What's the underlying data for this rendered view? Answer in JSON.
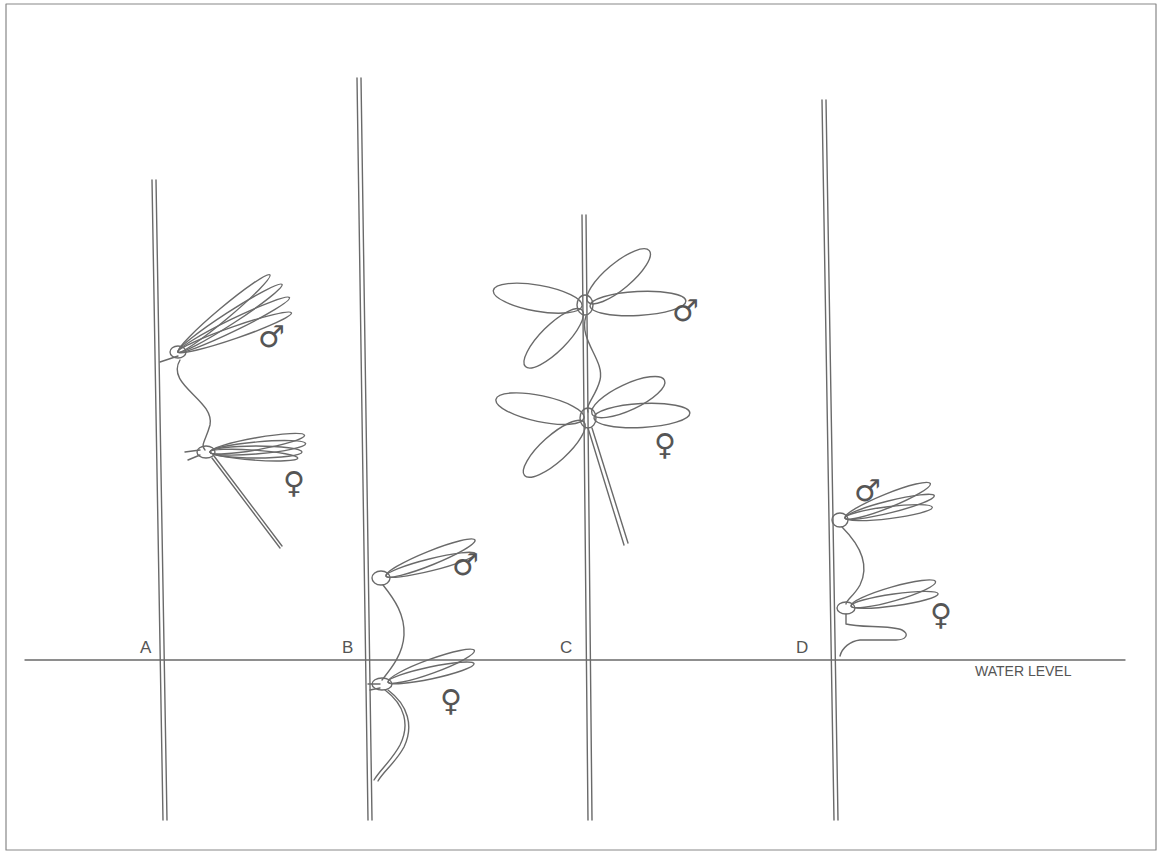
{
  "diagram": {
    "labels": [
      "♂",
      "♀",
      "♂",
      "♀",
      "♂",
      "♀",
      "♂",
      "♀",
      "A",
      "B",
      "C",
      "D",
      "WATER LEVEL"
    ]
  }
}
